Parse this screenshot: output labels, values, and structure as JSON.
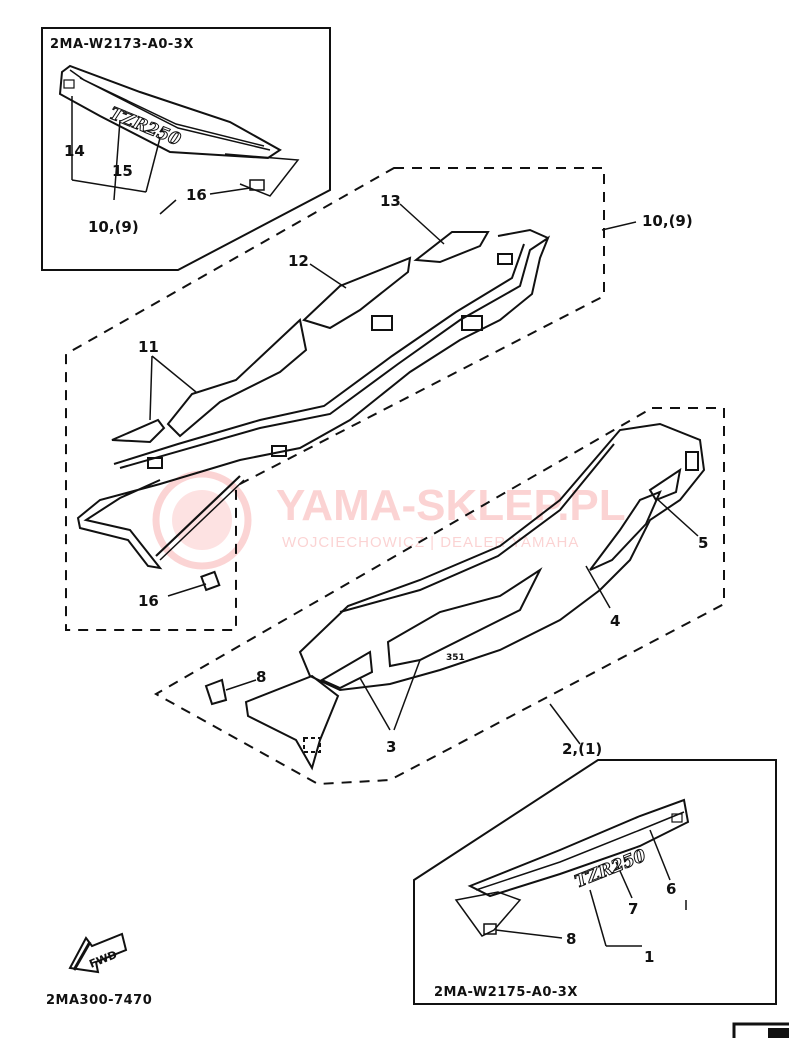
{
  "diagram": {
    "inset_top_code": "2MA-W2173-A0-3X",
    "inset_bottom_code": "2MA-W2175-A0-3X",
    "page_code": "2MA300-7470",
    "decal_text": "TZR250",
    "fwd_label": "FWD",
    "watermark": {
      "title": "YAMA-SKLEP.PL",
      "subtitle": "WOJCIECHOWICZ | DEALER YAMAHA"
    },
    "callouts": {
      "c1": "1",
      "c2": "2,(1)",
      "c3": "3",
      "c4": "4",
      "c5": "5",
      "c6": "6",
      "c7": "7",
      "c8_top": "8",
      "c8_bottom": "8",
      "c10_inset": "10,(9)",
      "c10_main": "10,(9)",
      "c11": "11",
      "c12": "12",
      "c13": "13",
      "c14": "14",
      "c15": "15",
      "c16_inset": "16",
      "c16_main": "16"
    }
  }
}
